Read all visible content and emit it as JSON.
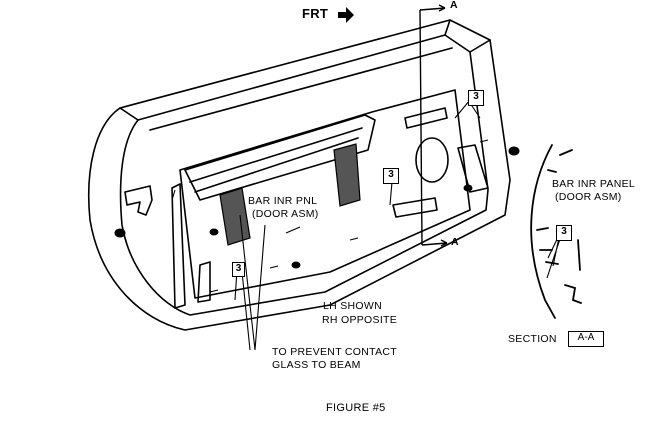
{
  "labels": {
    "front_arrow": "FRT",
    "section_cut_top": "A",
    "section_cut_bottom": "A",
    "bar_left_line1": "BAR INR PNL",
    "bar_left_line2": "(DOOR ASM)",
    "bar_right_line1": "BAR INR PANEL",
    "bar_right_line2": "(DOOR ASM)",
    "lh_shown": "LH SHOWN",
    "rh_opposite": "RH OPPOSITE",
    "note_line1": "TO PREVENT CONTACT",
    "note_line2": "GLASS TO BEAM",
    "section_label": "SECTION",
    "section_box": "A-A",
    "figure_caption": "FIGURE #5"
  },
  "callouts": {
    "top_right": "3",
    "center": "3",
    "bottom_left": "3",
    "section_view": "3"
  }
}
